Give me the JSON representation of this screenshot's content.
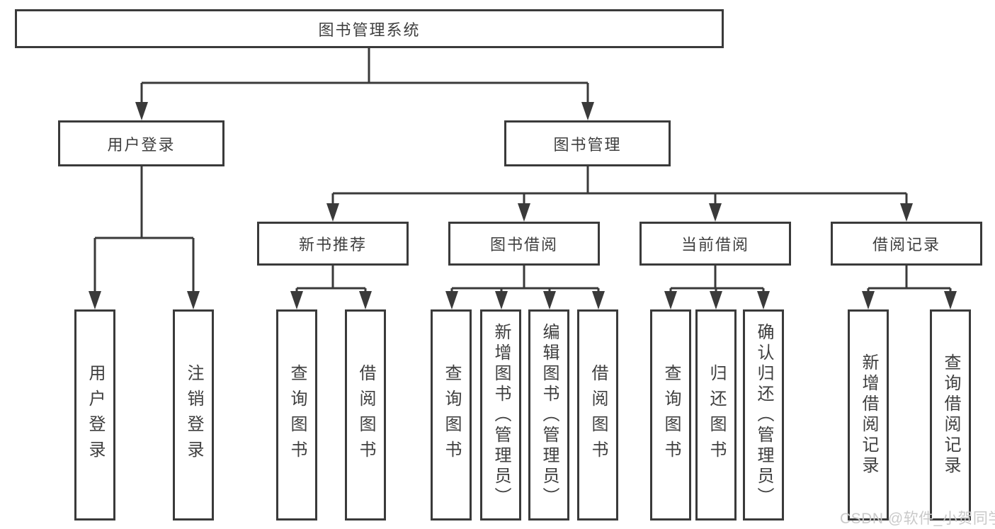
{
  "colors": {
    "line": "#3a3a3a",
    "text": "#3f3f3f",
    "watermark": "#c9c9c9",
    "background": "#ffffff",
    "box_fill": "#ffffff"
  },
  "watermark": {
    "text": "CSDN @软件_小贺同学"
  },
  "nodes": {
    "root": {
      "label": "图书管理系统"
    },
    "user_login": {
      "label": "用户登录",
      "children": [
        {
          "label": "用户登录"
        },
        {
          "label": "注销登录"
        }
      ]
    },
    "book_mgmt": {
      "label": "图书管理",
      "children": [
        {
          "label": "新书推荐",
          "children": [
            {
              "label": "查询图书"
            },
            {
              "label": "借阅图书"
            }
          ]
        },
        {
          "label": "图书借阅",
          "children": [
            {
              "label": "查询图书"
            },
            {
              "label": "新增图书（管理员）"
            },
            {
              "label": "编辑图书（管理员）"
            },
            {
              "label": "借阅图书"
            }
          ]
        },
        {
          "label": "当前借阅",
          "children": [
            {
              "label": "查询图书"
            },
            {
              "label": "归还图书"
            },
            {
              "label": "确认归还（管理员）"
            }
          ]
        },
        {
          "label": "借阅记录",
          "children": [
            {
              "label": "新增借阅记录"
            },
            {
              "label": "查询借阅记录"
            }
          ]
        }
      ]
    }
  }
}
